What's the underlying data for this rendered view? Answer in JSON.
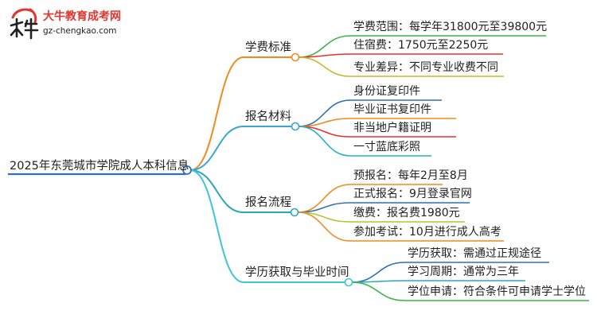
{
  "brand": {
    "name": "大牛教育成考网",
    "url": "gz-chengkao.com",
    "logo_glyphs": "大牛"
  },
  "mindmap": {
    "root": "2025年东莞城市学院成人本科信息",
    "branches": [
      {
        "label": "学费标准",
        "color": "#f08a1e",
        "items": [
          {
            "text": "学费范围：每学年31800元至39800元",
            "color": "#3cb44b"
          },
          {
            "text": "住宿费：1750元至2250元",
            "color": "#e6312b"
          },
          {
            "text": "专业差异：不同专业收费不同",
            "color": "#c9b92a"
          }
        ]
      },
      {
        "label": "报名材料",
        "color": "#3ba3d6",
        "items": [
          {
            "text": "身份证复印件",
            "color": "#2f6fb4"
          },
          {
            "text": "毕业证书复印件",
            "color": "#f08a1e"
          },
          {
            "text": "非当地户籍证明",
            "color": "#e6312b"
          },
          {
            "text": "一寸蓝底彩照",
            "color": "#24b3c2"
          }
        ]
      },
      {
        "label": "报名流程",
        "color": "#2aa8b8",
        "items": [
          {
            "text": "预报名：每年2月至8月",
            "color": "#f08a1e"
          },
          {
            "text": "正式报名：9月登录官网",
            "color": "#2f6fb4"
          },
          {
            "text": "缴费：报名费1980元",
            "color": "#b8c233"
          },
          {
            "text": "参加考试：10月进行成人高考",
            "color": "#f08a1e"
          }
        ]
      },
      {
        "label": "学历获取与毕业时间",
        "color": "#3ec5d6",
        "items": [
          {
            "text": "学历获取：需通过正规途径",
            "color": "#2f6fb4"
          },
          {
            "text": "学习周期：通常为三年",
            "color": "#2aa8b8"
          },
          {
            "text": "学位申请：符合条件可申请学士学位",
            "color": "#3cb44b"
          }
        ]
      }
    ]
  }
}
